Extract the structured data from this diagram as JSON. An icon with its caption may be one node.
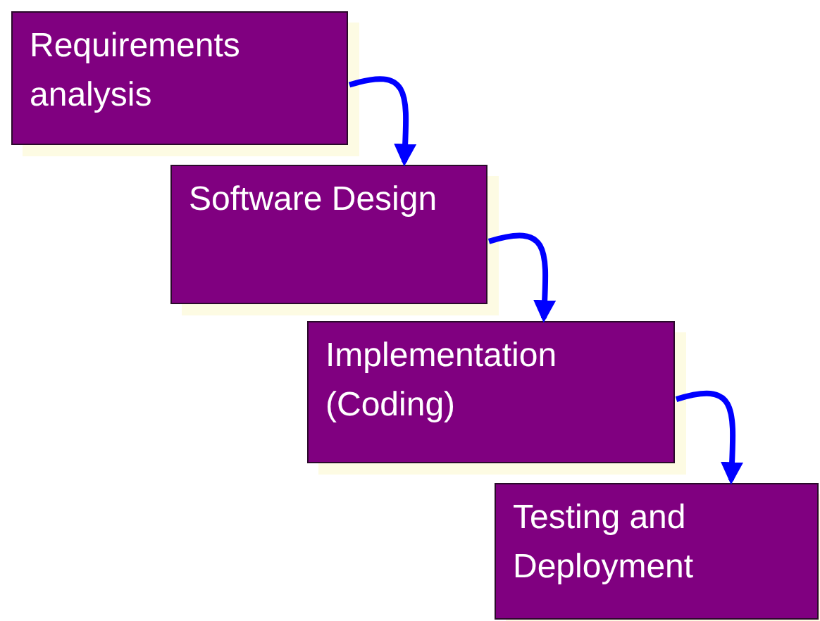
{
  "diagram": {
    "nodes": [
      {
        "text": [
          "Requirements analysis"
        ]
      },
      {
        "text": [
          "Software Design"
        ]
      },
      {
        "text": [
          "Implementation (Coding)"
        ]
      },
      {
        "text": [
          "Testing and Deployment"
        ]
      }
    ],
    "edges": [
      {
        "from": 0,
        "to": 1,
        "arrow": "to"
      },
      {
        "from": 1,
        "to": 2,
        "arrow": "to"
      },
      {
        "from": 2,
        "to": 3,
        "arrow": "to"
      }
    ]
  }
}
